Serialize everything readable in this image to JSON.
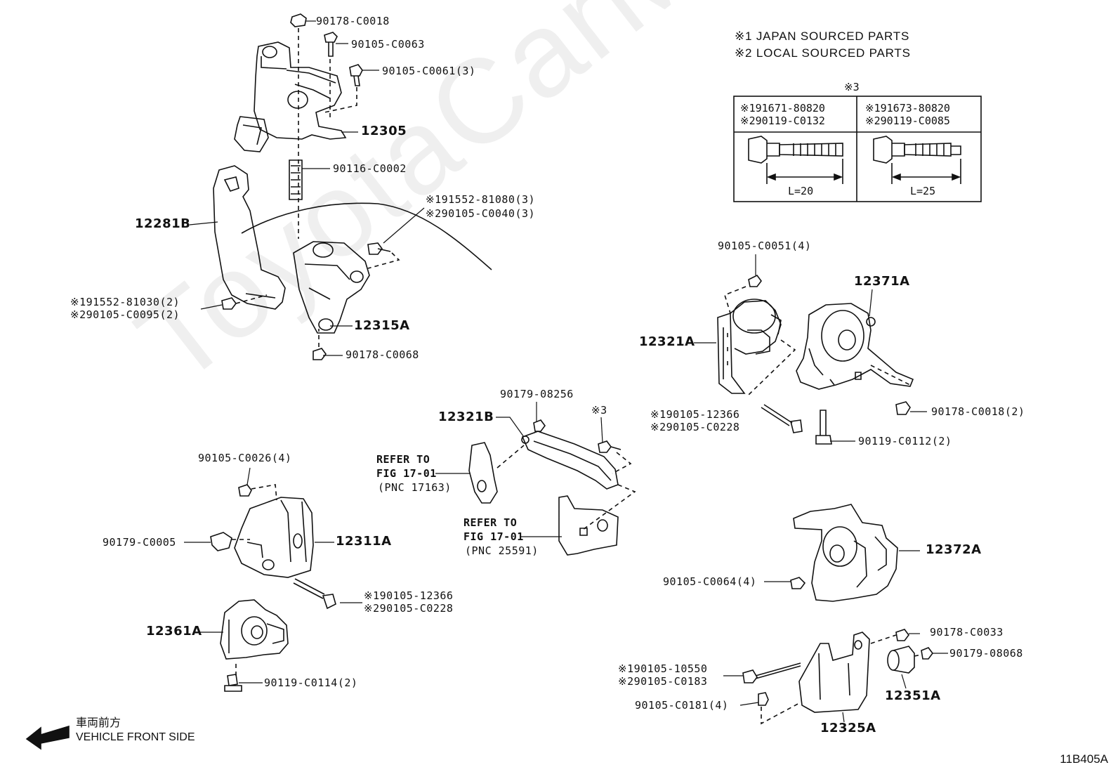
{
  "watermark": "ToyotaCarMine.ru",
  "diagram_code": "11B405A",
  "front": {
    "jp": "車両前方",
    "en": "VEHICLE FRONT SIDE"
  },
  "notes": {
    "n1": "※1 JAPAN SOURCED PARTS",
    "n2": "※2 LOCAL SOURCED PARTS"
  },
  "bolt_table": {
    "marker": "※3",
    "left": {
      "a": "※191671-80820",
      "b": "※290119-C0132",
      "len": "L=20"
    },
    "right": {
      "a": "※191673-80820",
      "b": "※290119-C0085",
      "len": "L=25"
    }
  },
  "refs": {
    "r1": {
      "l1": "REFER TO",
      "l2": "FIG 17-01",
      "l3": "(PNC 17163)"
    },
    "r2": {
      "l1": "REFER TO",
      "l2": "FIG 17-01",
      "l3": "(PNC 25591)"
    }
  },
  "labels": {
    "p90178_C0018_top": "90178-C0018",
    "p90105_C0063": "90105-C0063",
    "p90105_C0061": "90105-C0061(3)",
    "p12305": "12305",
    "p90116_C0002": "90116-C0002",
    "p12281B": "12281B",
    "p191552_81080": "※191552-81080(3)",
    "p290105_C0040": "※290105-C0040(3)",
    "p191552_81030": "※191552-81030(2)",
    "p290105_C0095": "※290105-C0095(2)",
    "p12315A": "12315A",
    "p90178_C0068": "90178-C0068",
    "p90105_C0051": "90105-C0051(4)",
    "p12371A": "12371A",
    "p12321A": "12321A",
    "p190105_12366_r": "※190105-12366",
    "p290105_C0228_r": "※290105-C0228",
    "p90178_C0018_2": "90178-C0018(2)",
    "p90119_C0112": "90119-C0112(2)",
    "p90179_08256": "90179-08256",
    "p12321B": "12321B",
    "p_mark3": "※3",
    "p90105_C0026": "90105-C0026(4)",
    "p90179_C0005": "90179-C0005",
    "p12311A": "12311A",
    "p190105_12366_l": "※190105-12366",
    "p290105_C0228_l": "※290105-C0228",
    "p12361A": "12361A",
    "p90119_C0114": "90119-C0114(2)",
    "p12372A": "12372A",
    "p90105_C0064": "90105-C0064(4)",
    "p90178_C0033": "90178-C0033",
    "p90179_08068": "90179-08068",
    "p190105_10550": "※190105-10550",
    "p290105_C0183": "※290105-C0183",
    "p12351A": "12351A",
    "p90105_C0181": "90105-C0181(4)",
    "p12325A": "12325A"
  }
}
